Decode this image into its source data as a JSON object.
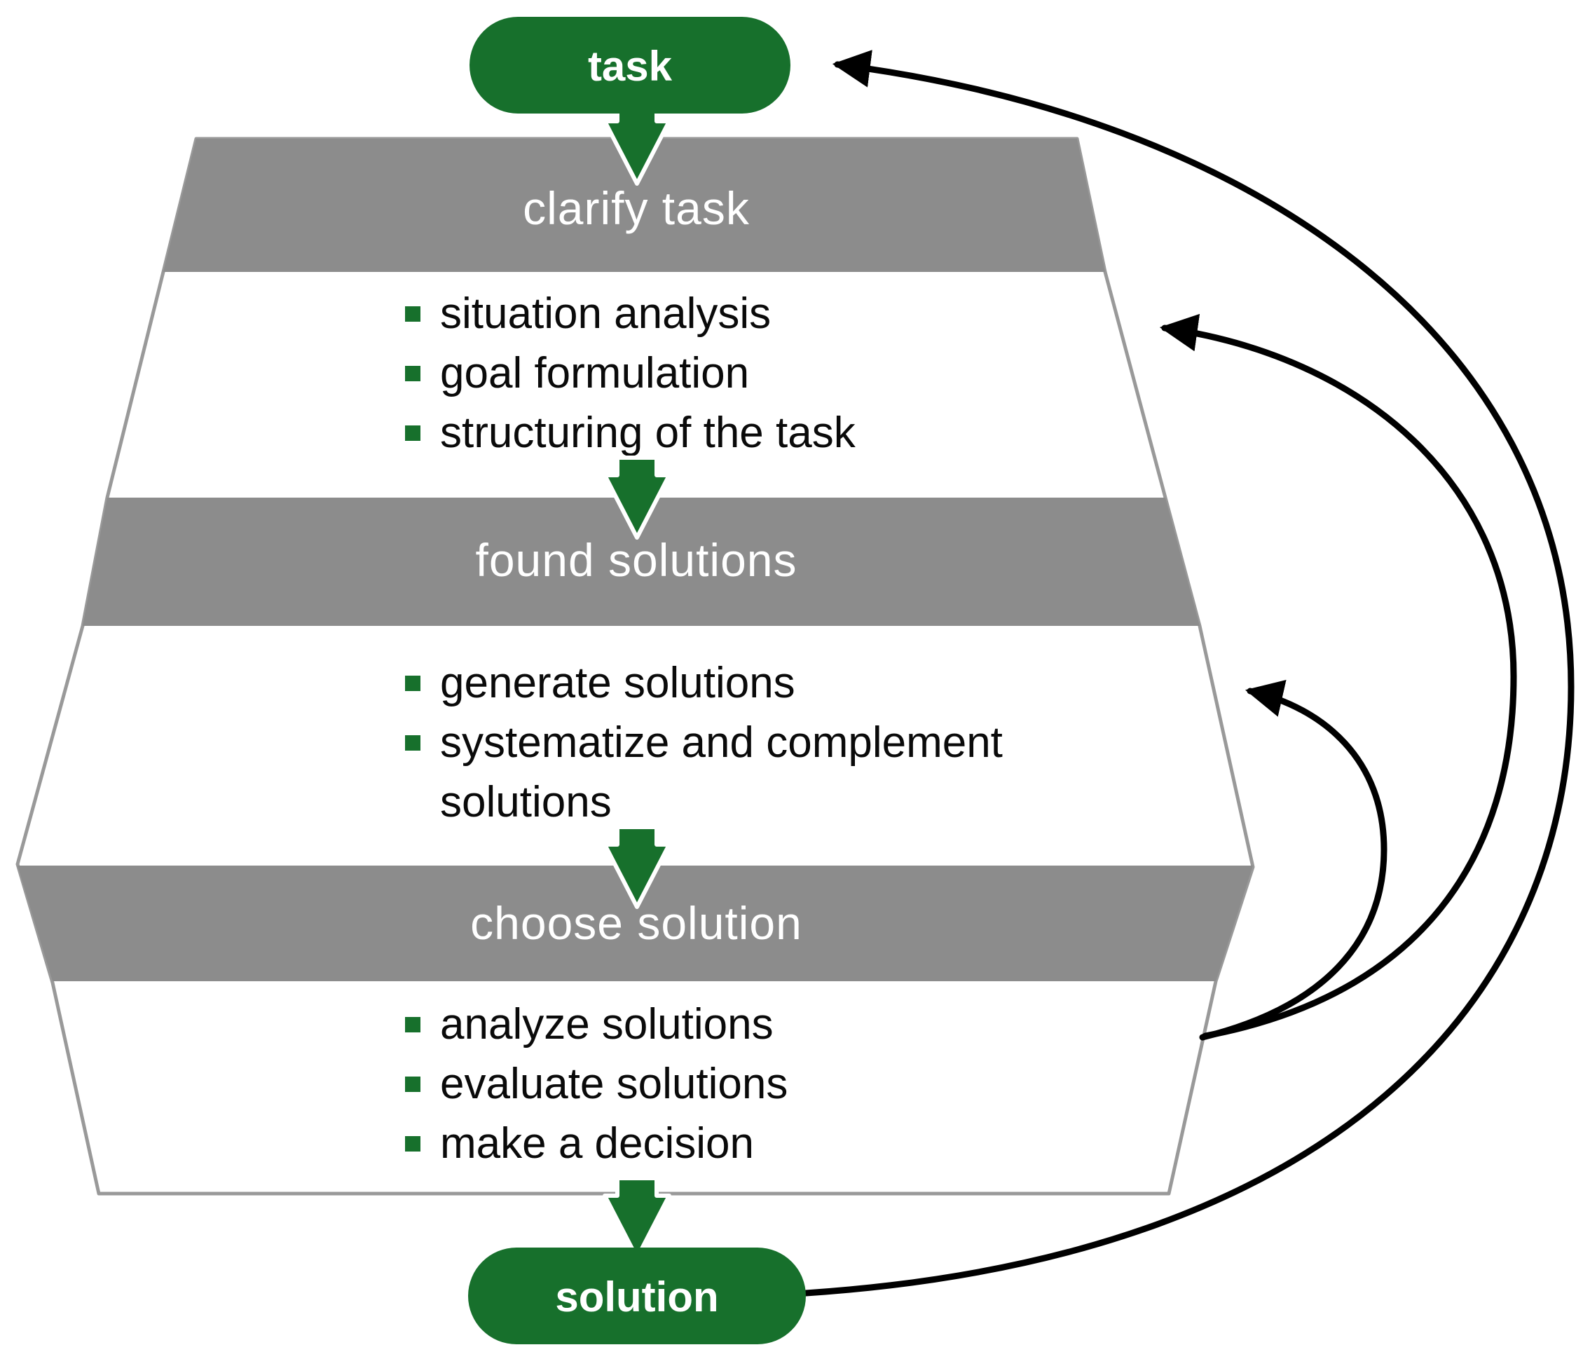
{
  "diagram": {
    "title_hint": "problem solving cycle",
    "nodes": {
      "start": "task",
      "end": "solution"
    },
    "stages": [
      {
        "label": "clarify task",
        "lines": [
          {
            "text": "situation analysis",
            "bullet": true
          },
          {
            "text": "goal formulation",
            "bullet": true
          },
          {
            "text": "structuring of the task",
            "bullet": true
          }
        ]
      },
      {
        "label": "found solutions",
        "lines": [
          {
            "text": "generate solutions",
            "bullet": true
          },
          {
            "text": "systematize and complement",
            "bullet": true
          },
          {
            "text": "solutions",
            "bullet": false
          }
        ]
      },
      {
        "label": "choose solution",
        "lines": [
          {
            "text": "analyze solutions",
            "bullet": true
          },
          {
            "text": "evaluate solutions",
            "bullet": true
          },
          {
            "text": "make a decision",
            "bullet": true
          }
        ]
      }
    ],
    "colors": {
      "node_green": "#17702C",
      "band_gray": "#8C8C8C",
      "outline_gray": "#999999",
      "arc_black": "#000000",
      "text_black": "#0a0a0a",
      "text_white": "#ffffff"
    }
  }
}
